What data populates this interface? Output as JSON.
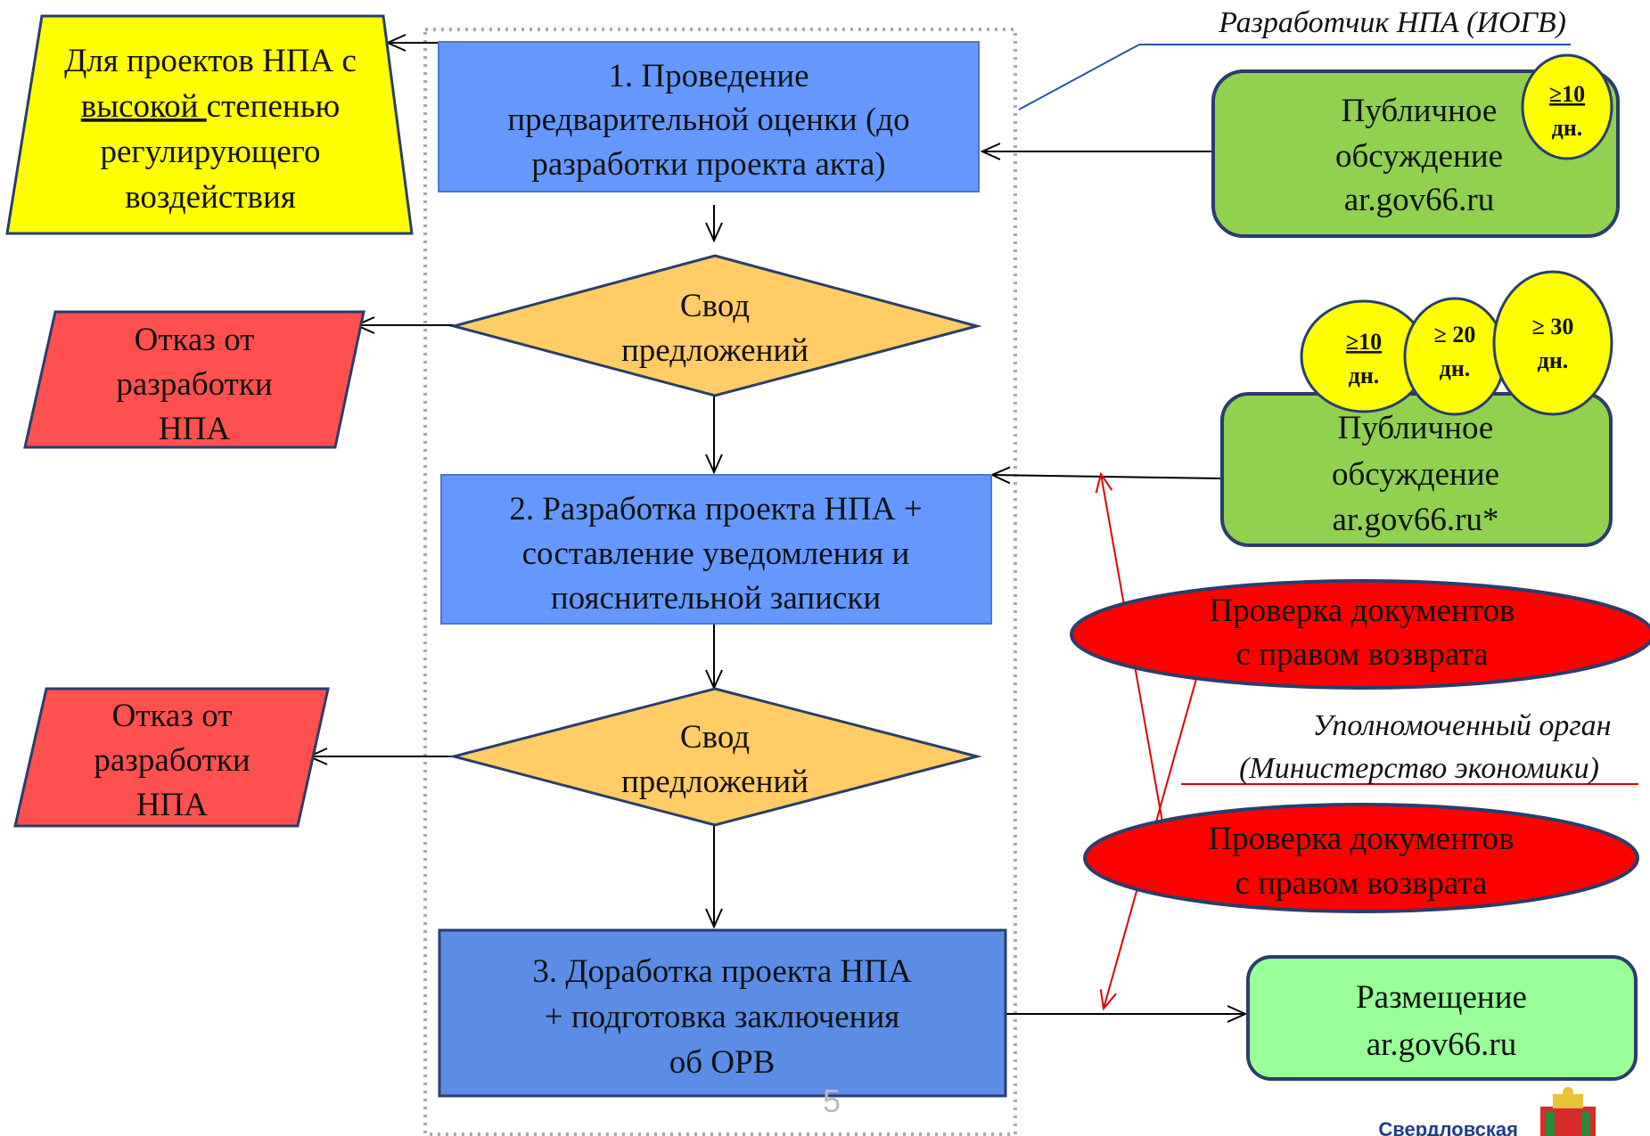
{
  "roles": {
    "developer": "Разработчик НПА (ИОГВ)",
    "authority_line1": "Уполномоченный орган",
    "authority_line2": "(Министерство экономики)"
  },
  "steps": {
    "step1": [
      "1. Проведение",
      "предварительной оценки (до",
      "разработки проекта акта)"
    ],
    "step2": [
      "2. Разработка проекта НПА +",
      "составление уведомления и",
      "пояснительной записки"
    ],
    "step3": [
      "3. Доработка проекта НПА",
      "+ подготовка заключения",
      "об ОРВ"
    ]
  },
  "decisions": {
    "svod1": [
      "Свод",
      "предложений"
    ],
    "svod2": [
      "Свод",
      "предложений"
    ]
  },
  "high_impact_note": {
    "line1": "Для проектов НПА с",
    "line2_underlined": "высокой ",
    "line2_rest": "степенью",
    "line3": "регулирующего",
    "line4": "воздействия"
  },
  "refusals": {
    "refusal1": [
      "Отказ от",
      "разработки",
      "НПА"
    ],
    "refusal2": [
      "Отказ от",
      "разработки",
      "НПА"
    ]
  },
  "public_discussion_1": {
    "lines": [
      "Публичное",
      "обсуждение",
      "ar.gov66.ru"
    ],
    "badge": [
      "≥10",
      "дн."
    ]
  },
  "public_discussion_2": {
    "lines": [
      "Публичное",
      "обсуждение",
      "ar.gov66.ru*"
    ],
    "badges": [
      [
        "≥10",
        "дн."
      ],
      [
        "≥ 20",
        "дн."
      ],
      [
        "≥ 30",
        "дн."
      ]
    ]
  },
  "checks": {
    "check1": [
      "Проверка документов",
      "с правом возврата"
    ],
    "check2": [
      "Проверка документов",
      "с правом возврата"
    ]
  },
  "placement": [
    "Размещение",
    "ar.gov66.ru"
  ],
  "footer": {
    "page_number": "5",
    "logo_text": "Свердловская"
  },
  "colors": {
    "step_blue": "#6699ff",
    "step3_blue": "#5b8de6",
    "decision_orange": "#ffcc66",
    "note_yellow": "#ffff00",
    "refusal_red": "#ff5050",
    "discussion_green": "#92d050",
    "placement_green": "#99ff99",
    "check_red": "#ff0000",
    "badge_yellow": "#ffff00"
  }
}
